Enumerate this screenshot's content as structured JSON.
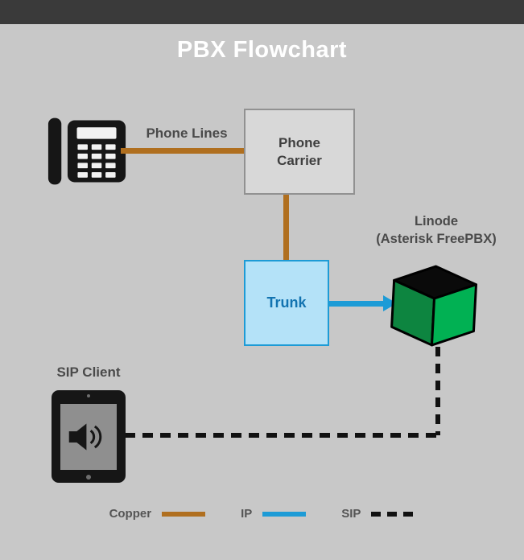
{
  "title": "PBX Flowchart",
  "diagram": {
    "phone_lines_label": "Phone Lines",
    "phone_carrier_label": "Phone Carrier",
    "trunk_label": "Trunk",
    "linode_label": "Linode",
    "linode_sublabel": "(Asterisk FreePBX)",
    "sip_client_label": "SIP Client"
  },
  "legend": {
    "copper": {
      "label": "Copper",
      "style": "solid",
      "color": "#b06f1f"
    },
    "ip": {
      "label": "IP",
      "style": "solid",
      "color": "#1d9bd6"
    },
    "sip": {
      "label": "SIP",
      "style": "dashed",
      "color": "#111111"
    }
  },
  "icons": {
    "phone": "desk-phone-icon",
    "linode": "linode-cube-icon",
    "sip_client": "tablet-speaker-icon"
  },
  "colors": {
    "background": "#c8c8c8",
    "header_bar": "#3a3a3a",
    "title_text": "#ffffff",
    "copper": "#b06f1f",
    "ip_blue": "#1d9bd6",
    "trunk_fill": "#b4e2f8",
    "trunk_border": "#1d9bd6",
    "trunk_text": "#1273b0",
    "carrier_fill": "#d8d8d8",
    "carrier_border": "#919191",
    "label_text": "#4a4a4a",
    "linode_green_light": "#01b153",
    "linode_green_dark": "#0d8540",
    "cube_top": "#0a0a0a"
  }
}
